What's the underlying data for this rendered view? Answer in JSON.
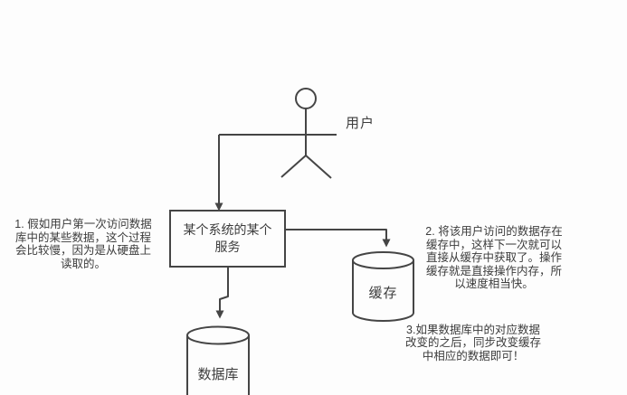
{
  "diagram": {
    "actor": {
      "label": "用户"
    },
    "nodes": {
      "service": {
        "label": "某个系统的某个\n服务"
      },
      "cache": {
        "label": "缓存"
      },
      "database": {
        "label": "数据库"
      }
    },
    "notes": {
      "note1": "1. 假如用户第一次访问数据\n库中的某些数据，这个过程\n会比较慢，因为是从硬盘上\n读取的。",
      "note2": "2. 将该用户访问的数据存在\n缓存中，这样下一次就可以\n直接从缓存中获取了。操作\n缓存就是直接操作内存，所\n以速度相当快。",
      "note3": "3.如果数据库中的对应数据\n改变的之后，同步改变缓存\n中相应的数据即可！"
    },
    "colors": {
      "stroke": "#454545",
      "text": "#3c3c3c",
      "background": "#fdfdfd",
      "node_fill": "#fdfdfd"
    }
  }
}
